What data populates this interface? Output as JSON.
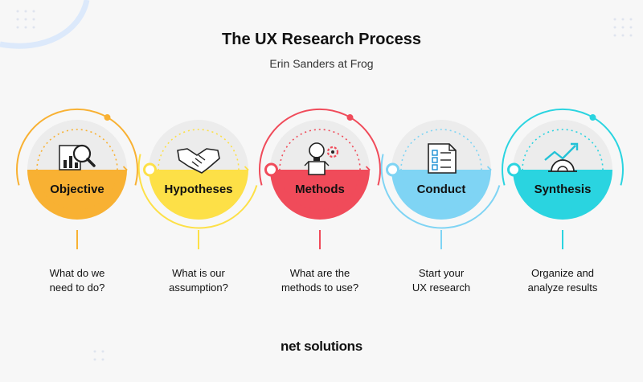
{
  "header": {
    "title": "The UX Research Process",
    "subtitle": "Erin Sanders at Frog"
  },
  "steps": [
    {
      "label": "Objective",
      "line1": "What do we",
      "line2": "need to do?",
      "color": "#f8b133",
      "icon": "analysis-chart-magnifier-icon"
    },
    {
      "label": "Hypotheses",
      "line1": "What is our",
      "line2": "assumption?",
      "color": "#fde047",
      "icon": "handshake-icon"
    },
    {
      "label": "Methods",
      "line1": "What are the",
      "line2": "methods to use?",
      "color": "#f04b5a",
      "icon": "lightbulb-gears-box-icon"
    },
    {
      "label": "Conduct",
      "line1": "Start your",
      "line2": "UX research",
      "color": "#7fd4f4",
      "icon": "checklist-document-icon"
    },
    {
      "label": "Synthesis",
      "line1": "Organize and",
      "line2": "analyze results",
      "color": "#2ad4e0",
      "icon": "growth-chart-gear-icon"
    }
  ],
  "footer": {
    "brand": "net solutions"
  }
}
